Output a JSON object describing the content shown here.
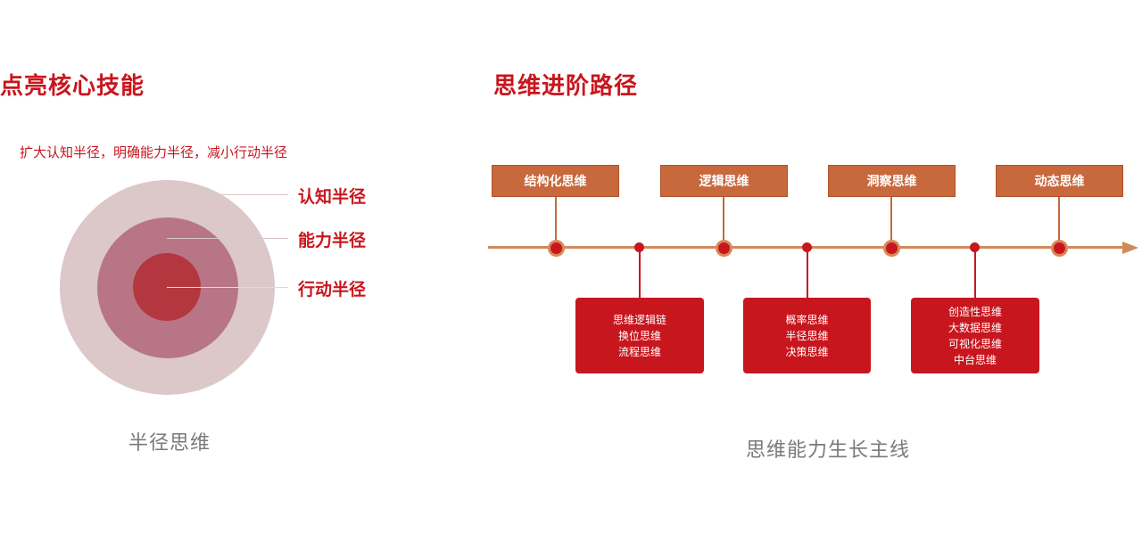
{
  "left": {
    "title": "点亮核心技能",
    "subtitle": "扩大认知半径，明确能力半径，减小行动半径",
    "labels": {
      "outer": "认知半径",
      "middle": "能力半径",
      "inner": "行动半径"
    },
    "caption": "半径思维",
    "colors": {
      "outer": "#dcc7c9",
      "middle": "#b87585",
      "inner": "#b4373f"
    }
  },
  "right": {
    "title": "思维进阶路径",
    "stages": [
      "结构化思维",
      "逻辑思维",
      "洞察思维",
      "动态思维"
    ],
    "details": [
      [
        "思维逻辑链",
        "换位思维",
        "流程思维"
      ],
      [
        "概率思维",
        "半径思维",
        "决策思维"
      ],
      [
        "创造性思维",
        "大数据思维",
        "可视化思维",
        "中台思维"
      ]
    ],
    "caption": "思维能力生长主线",
    "colors": {
      "accent": "#c8161e",
      "stage": "#c8683d",
      "timeline": "#d08a5a"
    }
  }
}
